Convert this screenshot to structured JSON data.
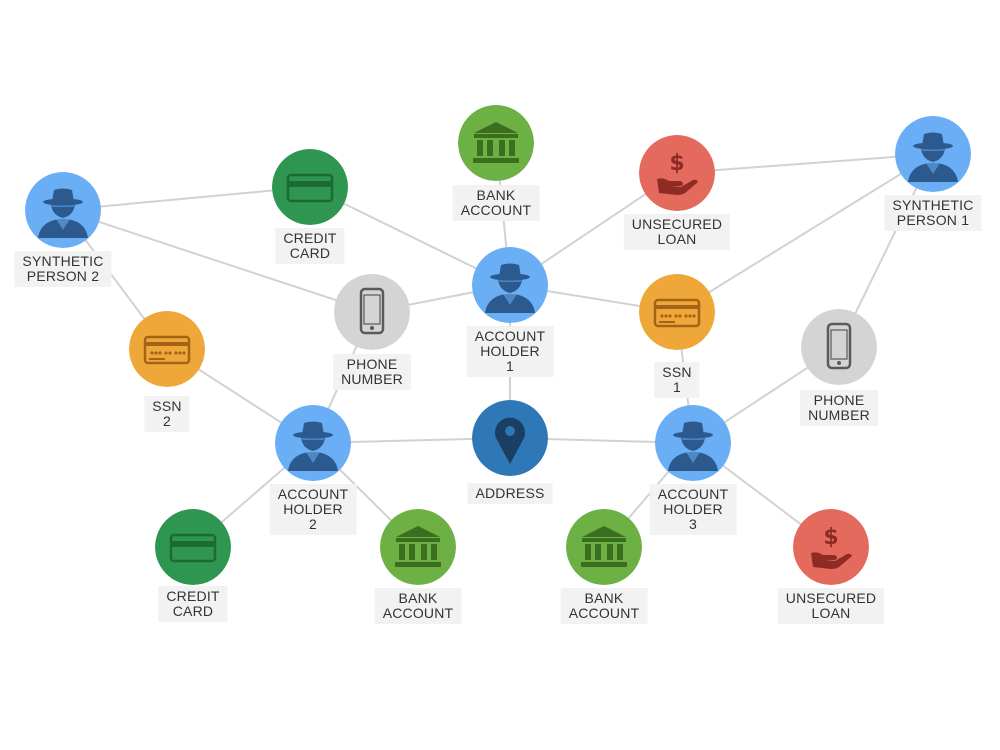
{
  "colors": {
    "person": "#6aaef5",
    "person_dark": "#2d5a8e",
    "credit_card": "#2e9650",
    "credit_card_dark": "#1c6b35",
    "bank": "#6db044",
    "bank_dark": "#3c6e1f",
    "loan": "#e56a5e",
    "loan_dark": "#8d2b24",
    "ssn": "#f0a73a",
    "ssn_dark": "#a36515",
    "phone": "#d4d4d4",
    "phone_dark": "#5a5a5a",
    "address": "#2f78b7",
    "address_dark": "#1a3f63",
    "edge": "#d2d2d2",
    "label_bg": "#f2f2f2"
  },
  "nodes": [
    {
      "id": "synthetic-person-2",
      "type": "person",
      "label": "SYNTHETIC\nPERSON 2"
    },
    {
      "id": "credit-card-top",
      "type": "credit_card",
      "label": "CREDIT\nCARD"
    },
    {
      "id": "bank-account-top",
      "type": "bank",
      "label": "BANK\nACCOUNT"
    },
    {
      "id": "unsecured-loan-top",
      "type": "loan",
      "label": "UNSECURED\nLOAN"
    },
    {
      "id": "synthetic-person-1",
      "type": "person",
      "label": "SYNTHETIC\nPERSON 1"
    },
    {
      "id": "account-holder-1",
      "type": "person",
      "label": "ACCOUNT\nHOLDER 1"
    },
    {
      "id": "phone-number-left",
      "type": "phone",
      "label": "PHONE\nNUMBER"
    },
    {
      "id": "ssn-1",
      "type": "ssn",
      "label": "SSN 1"
    },
    {
      "id": "ssn-2",
      "type": "ssn",
      "label": "SSN 2"
    },
    {
      "id": "phone-number-right",
      "type": "phone",
      "label": "PHONE\nNUMBER"
    },
    {
      "id": "account-holder-2",
      "type": "person",
      "label": "ACCOUNT\nHOLDER 2"
    },
    {
      "id": "address",
      "type": "address",
      "label": "ADDRESS"
    },
    {
      "id": "account-holder-3",
      "type": "person",
      "label": "ACCOUNT\nHOLDER 3"
    },
    {
      "id": "credit-card-bottom",
      "type": "credit_card",
      "label": "CREDIT\nCARD"
    },
    {
      "id": "bank-account-bottom-left",
      "type": "bank",
      "label": "BANK\nACCOUNT"
    },
    {
      "id": "bank-account-bottom-right",
      "type": "bank",
      "label": "BANK\nACCOUNT"
    },
    {
      "id": "unsecured-loan-bottom",
      "type": "loan",
      "label": "UNSECURED\nLOAN"
    }
  ],
  "edges": [
    [
      "synthetic-person-2",
      "credit-card-top"
    ],
    [
      "synthetic-person-2",
      "phone-number-left"
    ],
    [
      "synthetic-person-2",
      "ssn-2"
    ],
    [
      "credit-card-top",
      "account-holder-1"
    ],
    [
      "bank-account-top",
      "account-holder-1"
    ],
    [
      "unsecured-loan-top",
      "account-holder-1"
    ],
    [
      "unsecured-loan-top",
      "synthetic-person-1"
    ],
    [
      "synthetic-person-1",
      "ssn-1"
    ],
    [
      "synthetic-person-1",
      "phone-number-right"
    ],
    [
      "account-holder-1",
      "phone-number-left"
    ],
    [
      "account-holder-1",
      "ssn-1"
    ],
    [
      "account-holder-1",
      "address"
    ],
    [
      "phone-number-left",
      "account-holder-2"
    ],
    [
      "ssn-2",
      "account-holder-2"
    ],
    [
      "ssn-1",
      "account-holder-3"
    ],
    [
      "phone-number-right",
      "account-holder-3"
    ],
    [
      "account-holder-2",
      "address"
    ],
    [
      "address",
      "account-holder-3"
    ],
    [
      "account-holder-2",
      "credit-card-bottom"
    ],
    [
      "account-holder-2",
      "bank-account-bottom-left"
    ],
    [
      "account-holder-3",
      "bank-account-bottom-right"
    ],
    [
      "account-holder-3",
      "unsecured-loan-bottom"
    ]
  ]
}
